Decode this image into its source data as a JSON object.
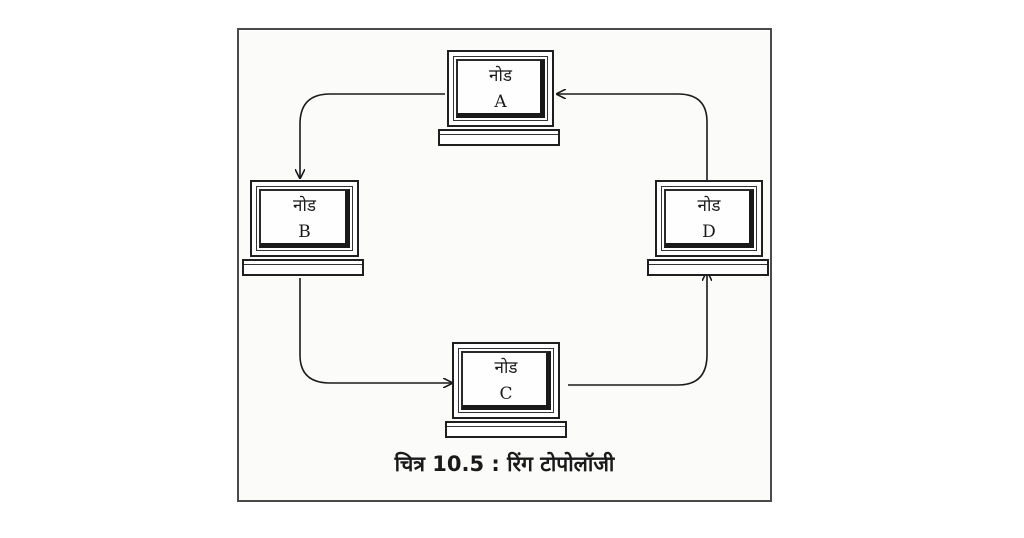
{
  "nodes": [
    {
      "id": "A",
      "word": "नोड",
      "letter": "A"
    },
    {
      "id": "B",
      "word": "नोड",
      "letter": "B"
    },
    {
      "id": "C",
      "word": "नोड",
      "letter": "C"
    },
    {
      "id": "D",
      "word": "नोड",
      "letter": "D"
    }
  ],
  "links": [
    {
      "from": "A",
      "to": "B"
    },
    {
      "from": "B",
      "to": "C"
    },
    {
      "from": "C",
      "to": "D"
    },
    {
      "from": "D",
      "to": "A"
    }
  ],
  "caption": "चित्र 10.5 : रिंग टोपोलॉजी",
  "colors": {
    "ink": "#1a1a1a",
    "frame": "#4a4a4a"
  }
}
